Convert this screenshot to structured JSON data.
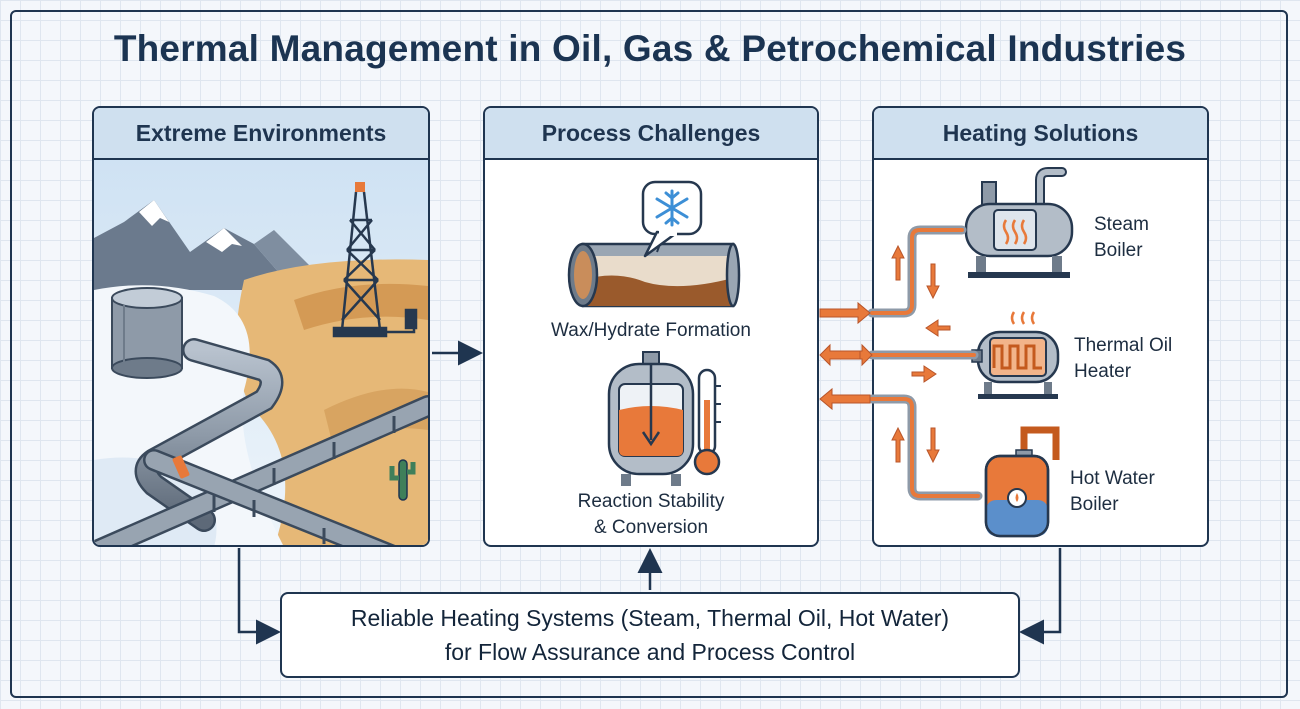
{
  "title": "Thermal Management in Oil, Gas & Petrochemical Industries",
  "panels": {
    "extreme": {
      "heading": "Extreme Environments"
    },
    "process": {
      "heading": "Process Challenges",
      "wax_label": "Wax/Hydrate Formation",
      "reaction_label_line1": "Reaction Stability",
      "reaction_label_line2": "& Conversion"
    },
    "heating": {
      "heading": "Heating Solutions",
      "steam_line1": "Steam",
      "steam_line2": "Boiler",
      "thermal_line1": "Thermal Oil",
      "thermal_line2": "Heater",
      "hotwater_line1": "Hot Water",
      "hotwater_line2": "Boiler"
    }
  },
  "bottom_box": {
    "line1": "Reliable Heating Systems (Steam, Thermal Oil, Hot Water)",
    "line2": "for Flow Assurance and Process Control"
  },
  "colors": {
    "navy": "#1f3550",
    "header_fill": "#cfe0ef",
    "orange": "#e8793a",
    "steel": "#8d99a8",
    "ice_blue": "#3d8fd6"
  }
}
